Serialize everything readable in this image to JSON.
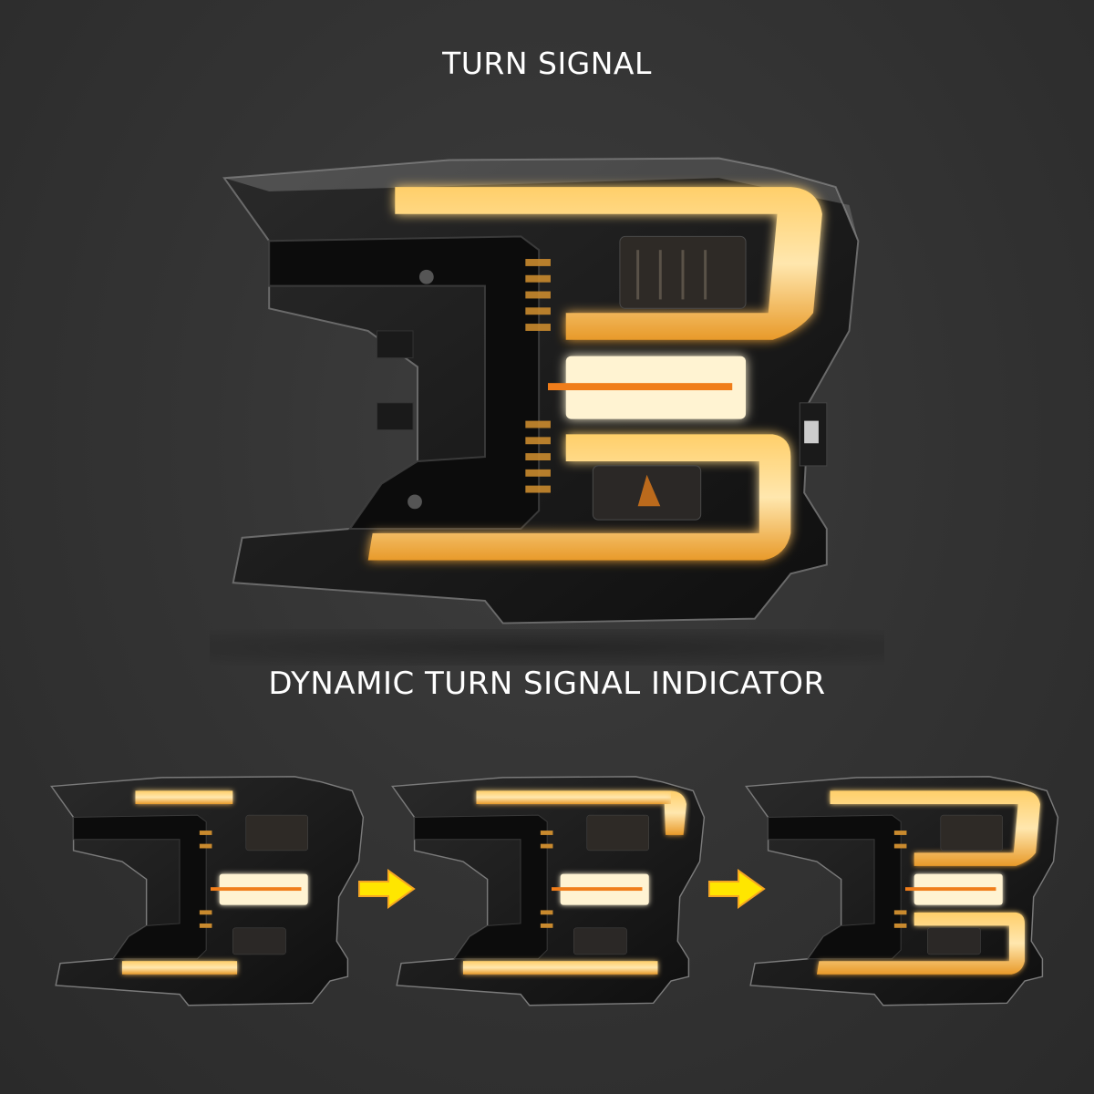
{
  "headings": {
    "top": "TURN SIGNAL",
    "middle": "DYNAMIC TURN SIGNAL INDICATOR"
  },
  "colors": {
    "background": "#343434",
    "heading_text": "#ffffff",
    "signal_amber": "#f5a623",
    "signal_glow": "#ffd27a",
    "arrow_yellow": "#ffe600",
    "housing_black": "#141414"
  },
  "main_headlight": {
    "state": "turn signal fully lit"
  },
  "sequence": [
    {
      "step": 1,
      "state": "center bar lit, upper and lower bars partially lit"
    },
    {
      "step": 2,
      "state": "upper and lower bars extended"
    },
    {
      "step": 3,
      "state": "full C-shaped signal lit"
    }
  ],
  "arrows": [
    {
      "icon": "right-arrow-icon"
    },
    {
      "icon": "right-arrow-icon"
    }
  ]
}
